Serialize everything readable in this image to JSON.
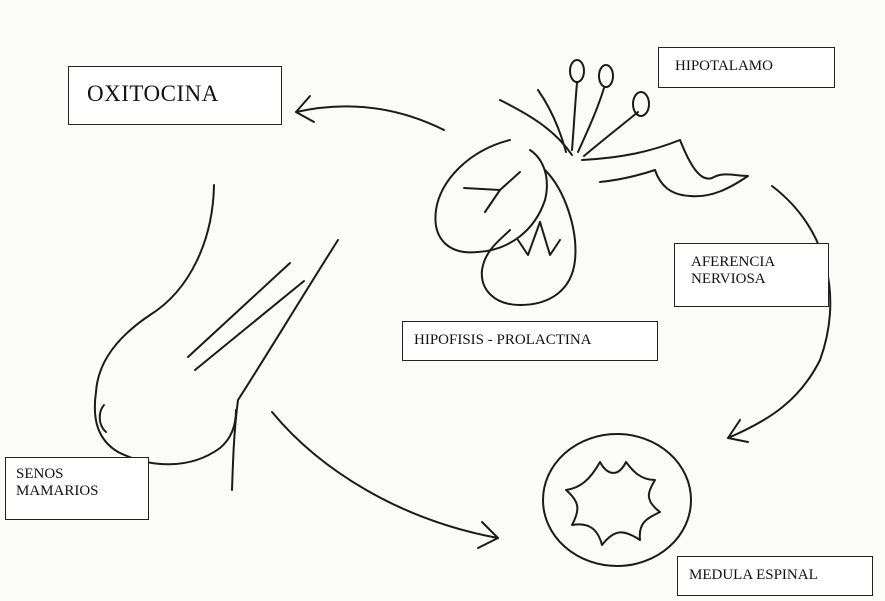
{
  "labels": {
    "oxitocina": "OXITOCINA",
    "hipotalamo": "HIPOTALAMO",
    "aferencia_lines": [
      "AFERENCIA",
      "NERVIOSA"
    ],
    "hipofisis": "HIPOFISIS - PROLACTINA",
    "senos_lines": [
      "SENOS",
      "MAMARIOS"
    ],
    "medula": "MEDULA ESPINAL"
  },
  "colors": {
    "ink": "#1a1a1a",
    "paper": "#fbfbfa",
    "label_fill": "#ffffff"
  }
}
